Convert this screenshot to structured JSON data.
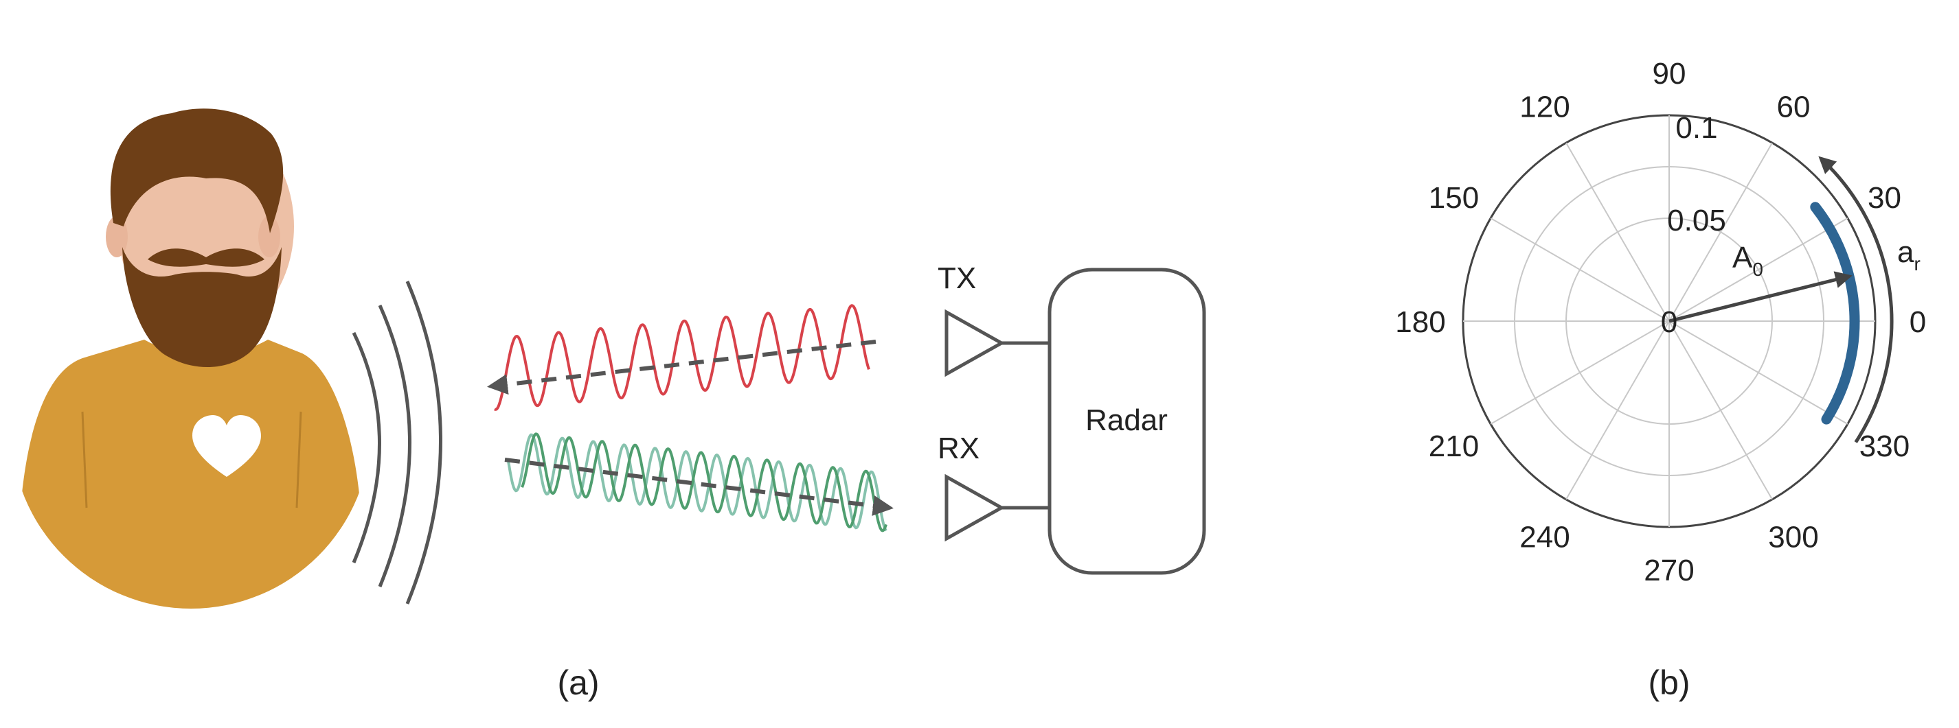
{
  "panel_a": {
    "caption": "(a)",
    "tx_label": "TX",
    "rx_label": "RX",
    "radar_label": "Radar",
    "colors": {
      "skin": "#EDC0A6",
      "hair": "#6E3F17",
      "shirt": "#D69A38",
      "heart": "#ffffff",
      "waves": "#555555",
      "tx_signal": "#D8424A",
      "rx_signal_dark": "#4F9E6F",
      "rx_signal_light": "#86C2AD",
      "arrow": "#555555"
    },
    "icons": [
      "person-icon",
      "heart-icon",
      "emission-arcs-icon",
      "tx-antenna-icon",
      "rx-antenna-icon"
    ]
  },
  "panel_b": {
    "caption": "(b)",
    "origin_label": "0",
    "radial_labels": [
      "0.05",
      "0.1"
    ],
    "angle_labels": [
      "0",
      "30",
      "60",
      "90",
      "120",
      "150",
      "180",
      "210",
      "240",
      "270",
      "300",
      "330"
    ],
    "vector_label": "A",
    "vector_subscript": "0",
    "arc_label": "a",
    "arc_subscript": "r",
    "colors": {
      "arc": "#2E6593",
      "vector": "#444444",
      "grid": "#c8c8c8"
    }
  }
}
